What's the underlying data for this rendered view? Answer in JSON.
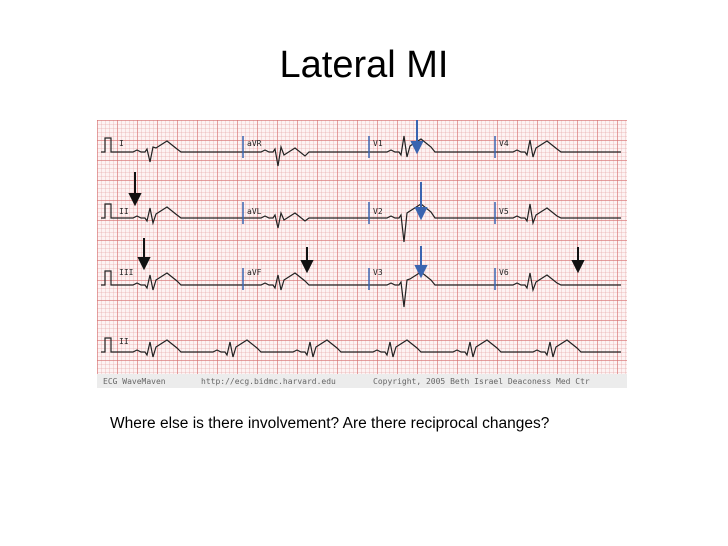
{
  "slide": {
    "title": "Lateral MI",
    "question": "Where else is there involvement?  Are there reciprocal changes?"
  },
  "ecg": {
    "leads": {
      "I": "I",
      "aVR": "aVR",
      "V1": "V1",
      "V4": "V4",
      "II": "II",
      "aVL": "aVL",
      "V2": "V2",
      "V5": "V5",
      "III": "III",
      "aVF": "aVF",
      "V3": "V3",
      "V6": "V6",
      "rhythm": "II"
    },
    "footer": {
      "left": "ECG WaveMaven",
      "center": "http://ecg.bidmc.harvard.edu",
      "right": "Copyright, 2005 Beth Israel Deaconess Med Ctr"
    },
    "colors": {
      "trace": "#222222",
      "black_arrow": "#111111",
      "blue_arrow": "#3a64b0",
      "grid": "#d66e6e"
    }
  }
}
